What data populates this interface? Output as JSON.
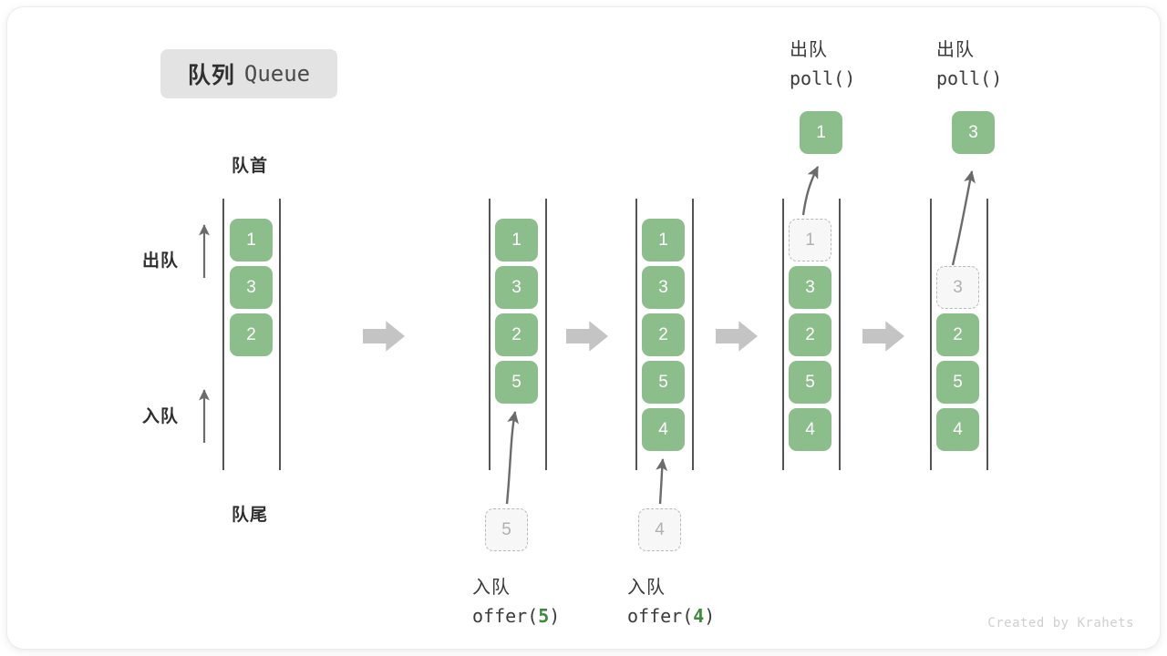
{
  "title": {
    "cn": "队列",
    "en": "Queue"
  },
  "labels": {
    "head": "队首",
    "tail": "队尾",
    "dequeue": "出队",
    "enqueue": "入队"
  },
  "colors": {
    "element_fill": "#8cbe8c",
    "element_text": "#ffffff",
    "ghost_fill": "#f7f7f7",
    "ghost_border": "#b9b9b9",
    "ghost_text": "#b0b0b0",
    "rail": "#555555",
    "step_arrow": "#c4c4c4",
    "title_chip_bg": "#e3e3e3",
    "highlight": "#3f8a3f"
  },
  "watermark": "Created by Krahets",
  "chart_data": {
    "type": "diagram",
    "title": "队列 Queue",
    "description": "Queue operations: offer(5), offer(4), poll(), poll()",
    "steps": [
      {
        "id": "initial",
        "items": [
          "1",
          "3",
          "2"
        ],
        "caption_cn": "",
        "caption_code": ""
      },
      {
        "id": "offer-5",
        "items": [
          "1",
          "3",
          "2",
          "5"
        ],
        "incoming": "5",
        "caption_cn": "入队",
        "caption_code": "offer(",
        "caption_arg": "5",
        "caption_code_end": ")"
      },
      {
        "id": "offer-4",
        "items": [
          "1",
          "3",
          "2",
          "5",
          "4"
        ],
        "incoming": "4",
        "caption_cn": "入队",
        "caption_code": "offer(",
        "caption_arg": "4",
        "caption_code_end": ")"
      },
      {
        "id": "poll-1",
        "items": [
          "1",
          "3",
          "2",
          "5",
          "4"
        ],
        "removed": "1",
        "caption_cn": "出队",
        "caption_code": "poll()"
      },
      {
        "id": "poll-3",
        "items": [
          "3",
          "2",
          "5",
          "4"
        ],
        "removed": "3",
        "caption_cn": "出队",
        "caption_code": "poll()"
      }
    ]
  }
}
